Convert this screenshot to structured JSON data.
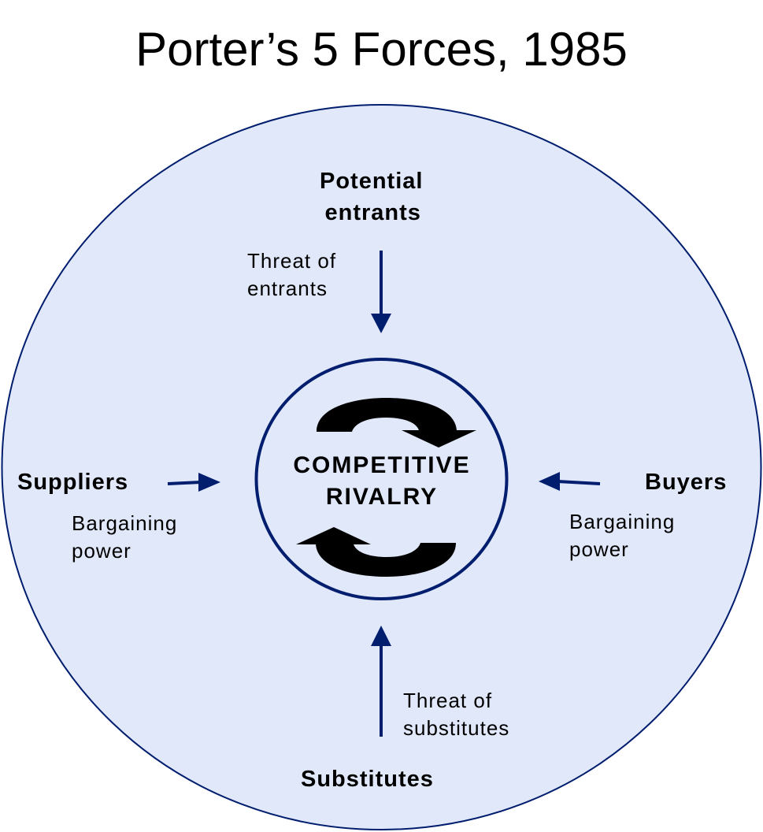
{
  "title": "Porter’s 5 Forces, 1985",
  "center": {
    "line1": "COMPETITIVE",
    "line2": "RIVALRY"
  },
  "forces": {
    "entrants": {
      "name_line1": "Potential",
      "name_line2": "entrants",
      "label_line1": "Threat of",
      "label_line2": "entrants"
    },
    "suppliers": {
      "name": "Suppliers",
      "label_line1": "Bargaining",
      "label_line2": "power"
    },
    "buyers": {
      "name": "Buyers",
      "label_line1": "Bargaining",
      "label_line2": "power"
    },
    "substitutes": {
      "name": "Substitutes",
      "label_line1": "Threat of",
      "label_line2": "substitutes"
    }
  },
  "colors": {
    "fill": "#e1e8fa",
    "stroke": "#001d6e",
    "arrow": "#001d6e"
  }
}
